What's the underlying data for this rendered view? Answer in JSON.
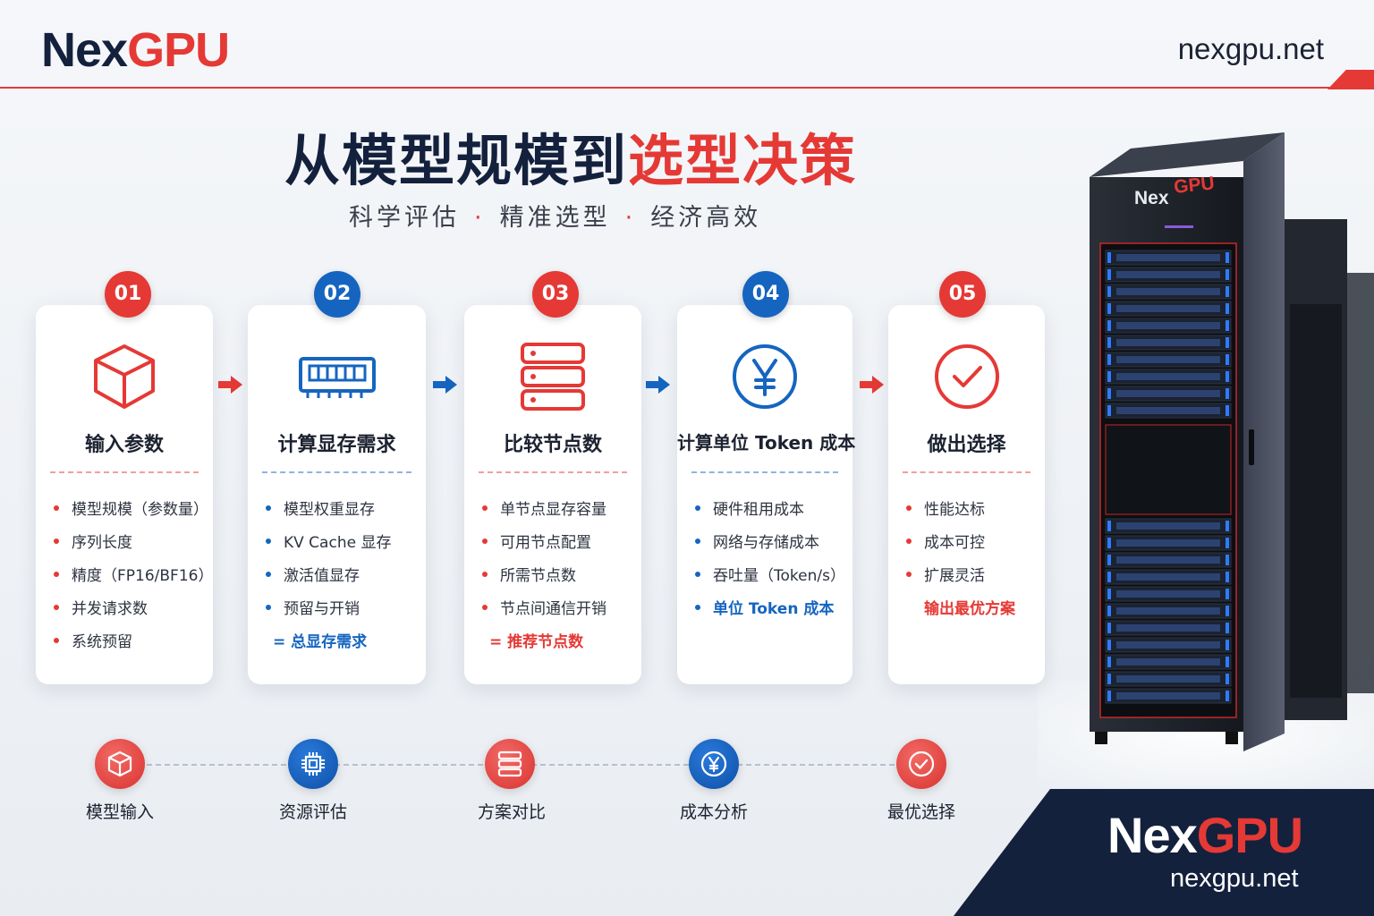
{
  "header": {
    "logo_nex": "Nex",
    "logo_gpu": "GPU",
    "site": "nexgpu.net"
  },
  "title": {
    "part1": "从模型规模到",
    "part2": "选型决策"
  },
  "subtitle": {
    "items": [
      "科学评估",
      "精准选型",
      "经济高效"
    ],
    "separator": "·"
  },
  "steps": [
    {
      "number": "01",
      "title": "输入参数",
      "icon": "cube-icon",
      "accent": "#e53935",
      "items": [
        "模型规模（参数量）",
        "序列长度",
        "精度（FP16/BF16）",
        "并发请求数",
        "系统预留"
      ]
    },
    {
      "number": "02",
      "title": "计算显存需求",
      "icon": "memory-module-icon",
      "accent": "#1565c0",
      "items": [
        "模型权重显存",
        "KV Cache 显存",
        "激活值显存",
        "预留与开销"
      ],
      "result": "= 总显存需求"
    },
    {
      "number": "03",
      "title": "比较节点数",
      "icon": "server-stack-icon",
      "accent": "#e53935",
      "items": [
        "单节点显存容量",
        "可用节点配置",
        "所需节点数",
        "节点间通信开销"
      ],
      "result": "= 推荐节点数"
    },
    {
      "number": "04",
      "title": "计算单位 Token 成本",
      "icon": "yen-icon",
      "accent": "#1565c0",
      "items": [
        "硬件租用成本",
        "网络与存储成本",
        "吞吐量（Token/s）",
        "单位 Token 成本"
      ]
    },
    {
      "number": "05",
      "title": "做出选择",
      "icon": "check-circle-icon",
      "accent": "#e53935",
      "items": [
        "性能达标",
        "成本可控",
        "扩展灵活"
      ],
      "result": "输出最优方案"
    }
  ],
  "timeline": [
    {
      "label": "模型输入",
      "icon": "cube-icon"
    },
    {
      "label": "资源评估",
      "icon": "chip-icon"
    },
    {
      "label": "方案对比",
      "icon": "server-stack-icon"
    },
    {
      "label": "成本分析",
      "icon": "yen-icon"
    },
    {
      "label": "最优选择",
      "icon": "check-circle-icon"
    }
  ],
  "rack": {
    "logo_nex": "Nex",
    "logo_gpu": "GPU"
  },
  "footer_brand": {
    "logo_nex": "Nex",
    "logo_gpu": "GPU",
    "site": "nexgpu.net"
  },
  "colors": {
    "navy": "#14213d",
    "red": "#e53935",
    "blue": "#1565c0"
  }
}
